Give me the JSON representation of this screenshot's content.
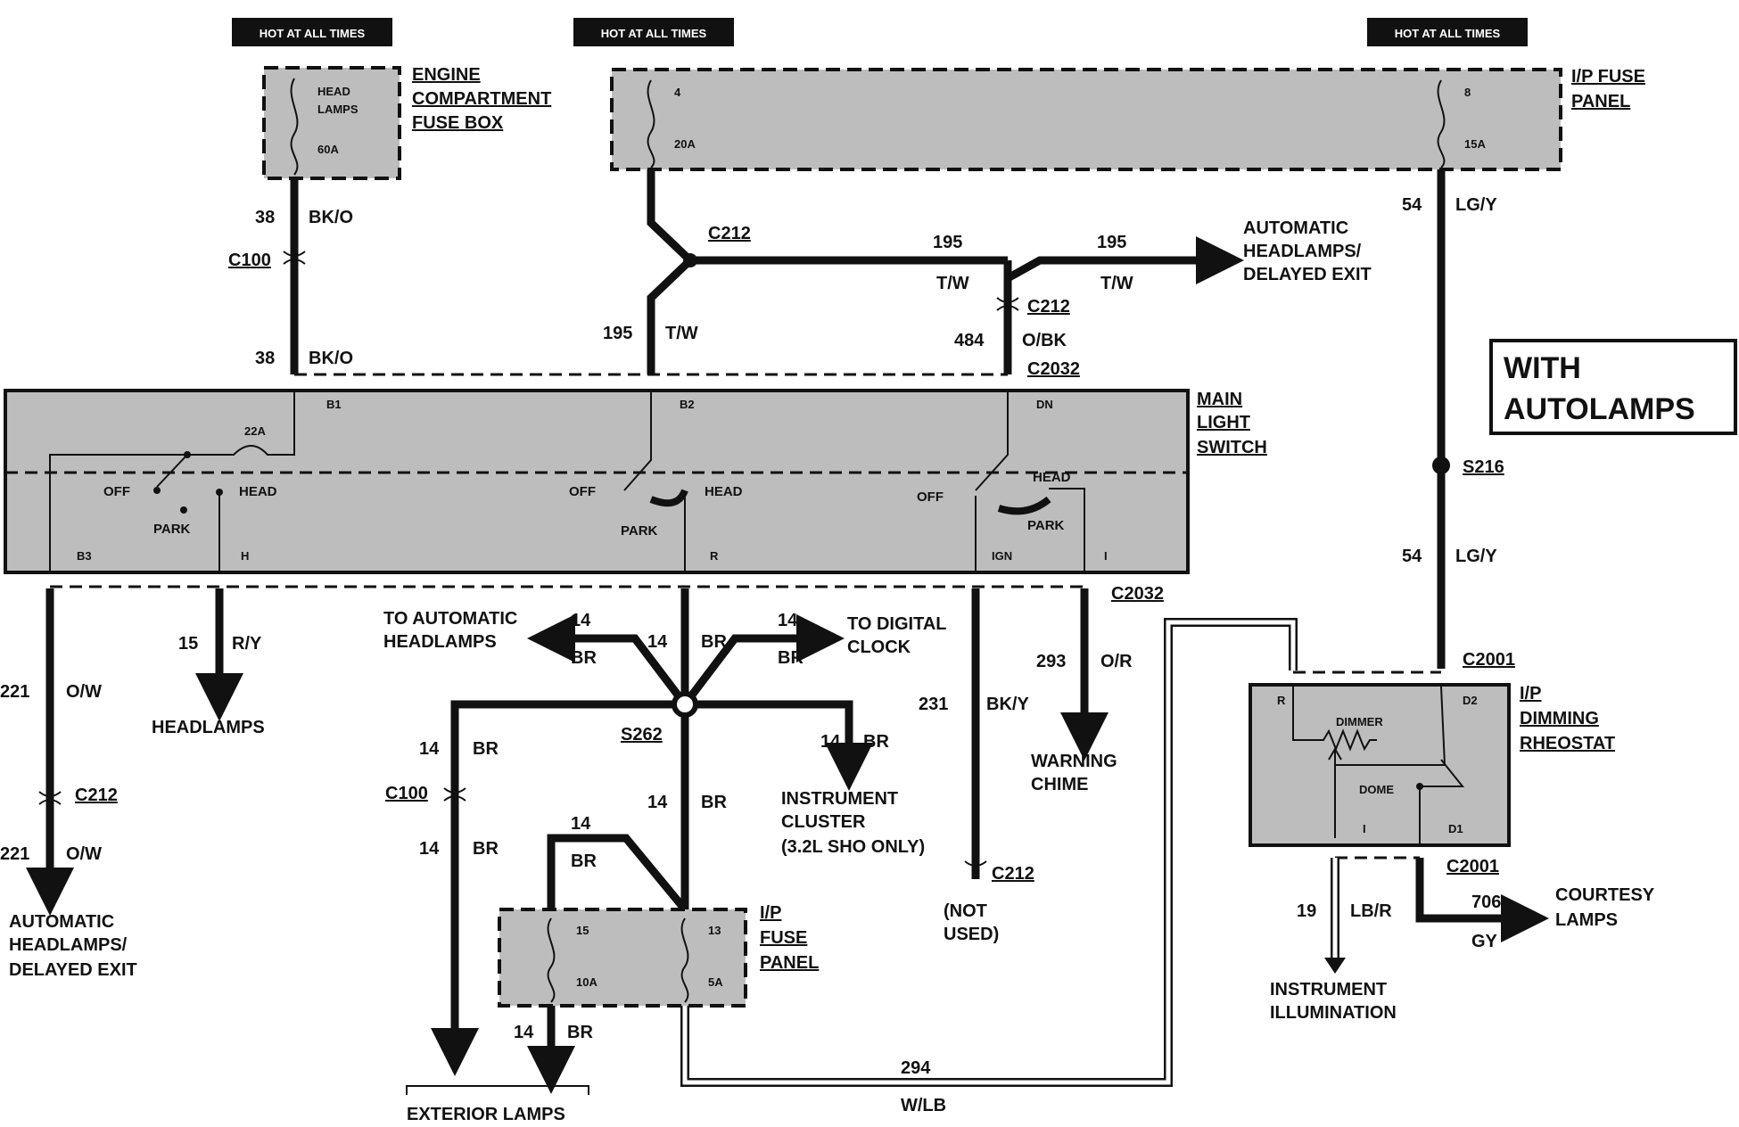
{
  "hot_label": "HOT AT ALL TIMES",
  "badge": [
    "WITH",
    "AUTOLAMPS"
  ],
  "components": {
    "engine_fuse_box": {
      "name": [
        "ENGINE",
        "COMPARTMENT",
        "FUSE BOX"
      ],
      "fuse_name": [
        "HEAD",
        "LAMPS"
      ],
      "rating": "60A"
    },
    "ip_fuse_top": {
      "name": [
        "I/P FUSE",
        "PANEL"
      ],
      "fuse4": "4",
      "fuse4_rating": "20A",
      "fuse8": "8",
      "fuse8_rating": "15A"
    },
    "main_switch": {
      "name": [
        "MAIN",
        "LIGHT",
        "SWITCH"
      ],
      "pins": {
        "b1": "B1",
        "b2": "B2",
        "dn": "DN",
        "b3": "B3",
        "h": "H",
        "r": "R",
        "ign": "IGN",
        "i": "I"
      },
      "breaker": "22A",
      "off": "OFF",
      "park": "PARK",
      "head": "HEAD"
    },
    "dimming": {
      "name": [
        "I/P",
        "DIMMING",
        "RHEOSTAT"
      ],
      "r": "R",
      "d2": "D2",
      "dimmer": "DIMMER",
      "dome": "DOME",
      "i": "I",
      "d1": "D1"
    },
    "ip_fuse_bottom": {
      "name": [
        "I/P",
        "FUSE",
        "PANEL"
      ],
      "f15": "15",
      "f15_rating": "10A",
      "f13": "13",
      "f13_rating": "5A"
    }
  },
  "connectors": {
    "c100": "C100",
    "c212": "C212",
    "c2032": "C2032",
    "c2001": "C2001",
    "s216": "S216",
    "s262": "S262"
  },
  "wires": {
    "w38": "38",
    "bko": "BK/O",
    "w195": "195",
    "tw": "T/W",
    "w484": "484",
    "obk": "O/BK",
    "w54": "54",
    "lgy": "LG/Y",
    "w221": "221",
    "ow": "O/W",
    "w15": "15",
    "ry": "R/Y",
    "w14": "14",
    "br": "BR",
    "w231": "231",
    "bky": "BK/Y",
    "w293": "293",
    "or": "O/R",
    "w294": "294",
    "wlb": "W/LB",
    "w19": "19",
    "lbr": "LB/R",
    "w706": "706",
    "gy": "GY"
  },
  "destinations": {
    "auto_exit_top": [
      "AUTOMATIC",
      "HEADLAMPS/",
      "DELAYED EXIT"
    ],
    "auto_exit_left": [
      "AUTOMATIC",
      "HEADLAMPS/",
      "DELAYED EXIT"
    ],
    "headlamps": "HEADLAMPS",
    "to_auto": [
      "TO AUTOMATIC",
      "HEADLAMPS"
    ],
    "to_clock": [
      "TO DIGITAL",
      "CLOCK"
    ],
    "cluster": [
      "INSTRUMENT",
      "CLUSTER",
      "(3.2L SHO ONLY)"
    ],
    "not_used": [
      "(NOT",
      "USED)"
    ],
    "chime": [
      "WARNING",
      "CHIME"
    ],
    "exterior": "EXTERIOR LAMPS",
    "courtesy": [
      "COURTESY",
      "LAMPS"
    ],
    "illum": [
      "INSTRUMENT",
      "ILLUMINATION"
    ]
  }
}
